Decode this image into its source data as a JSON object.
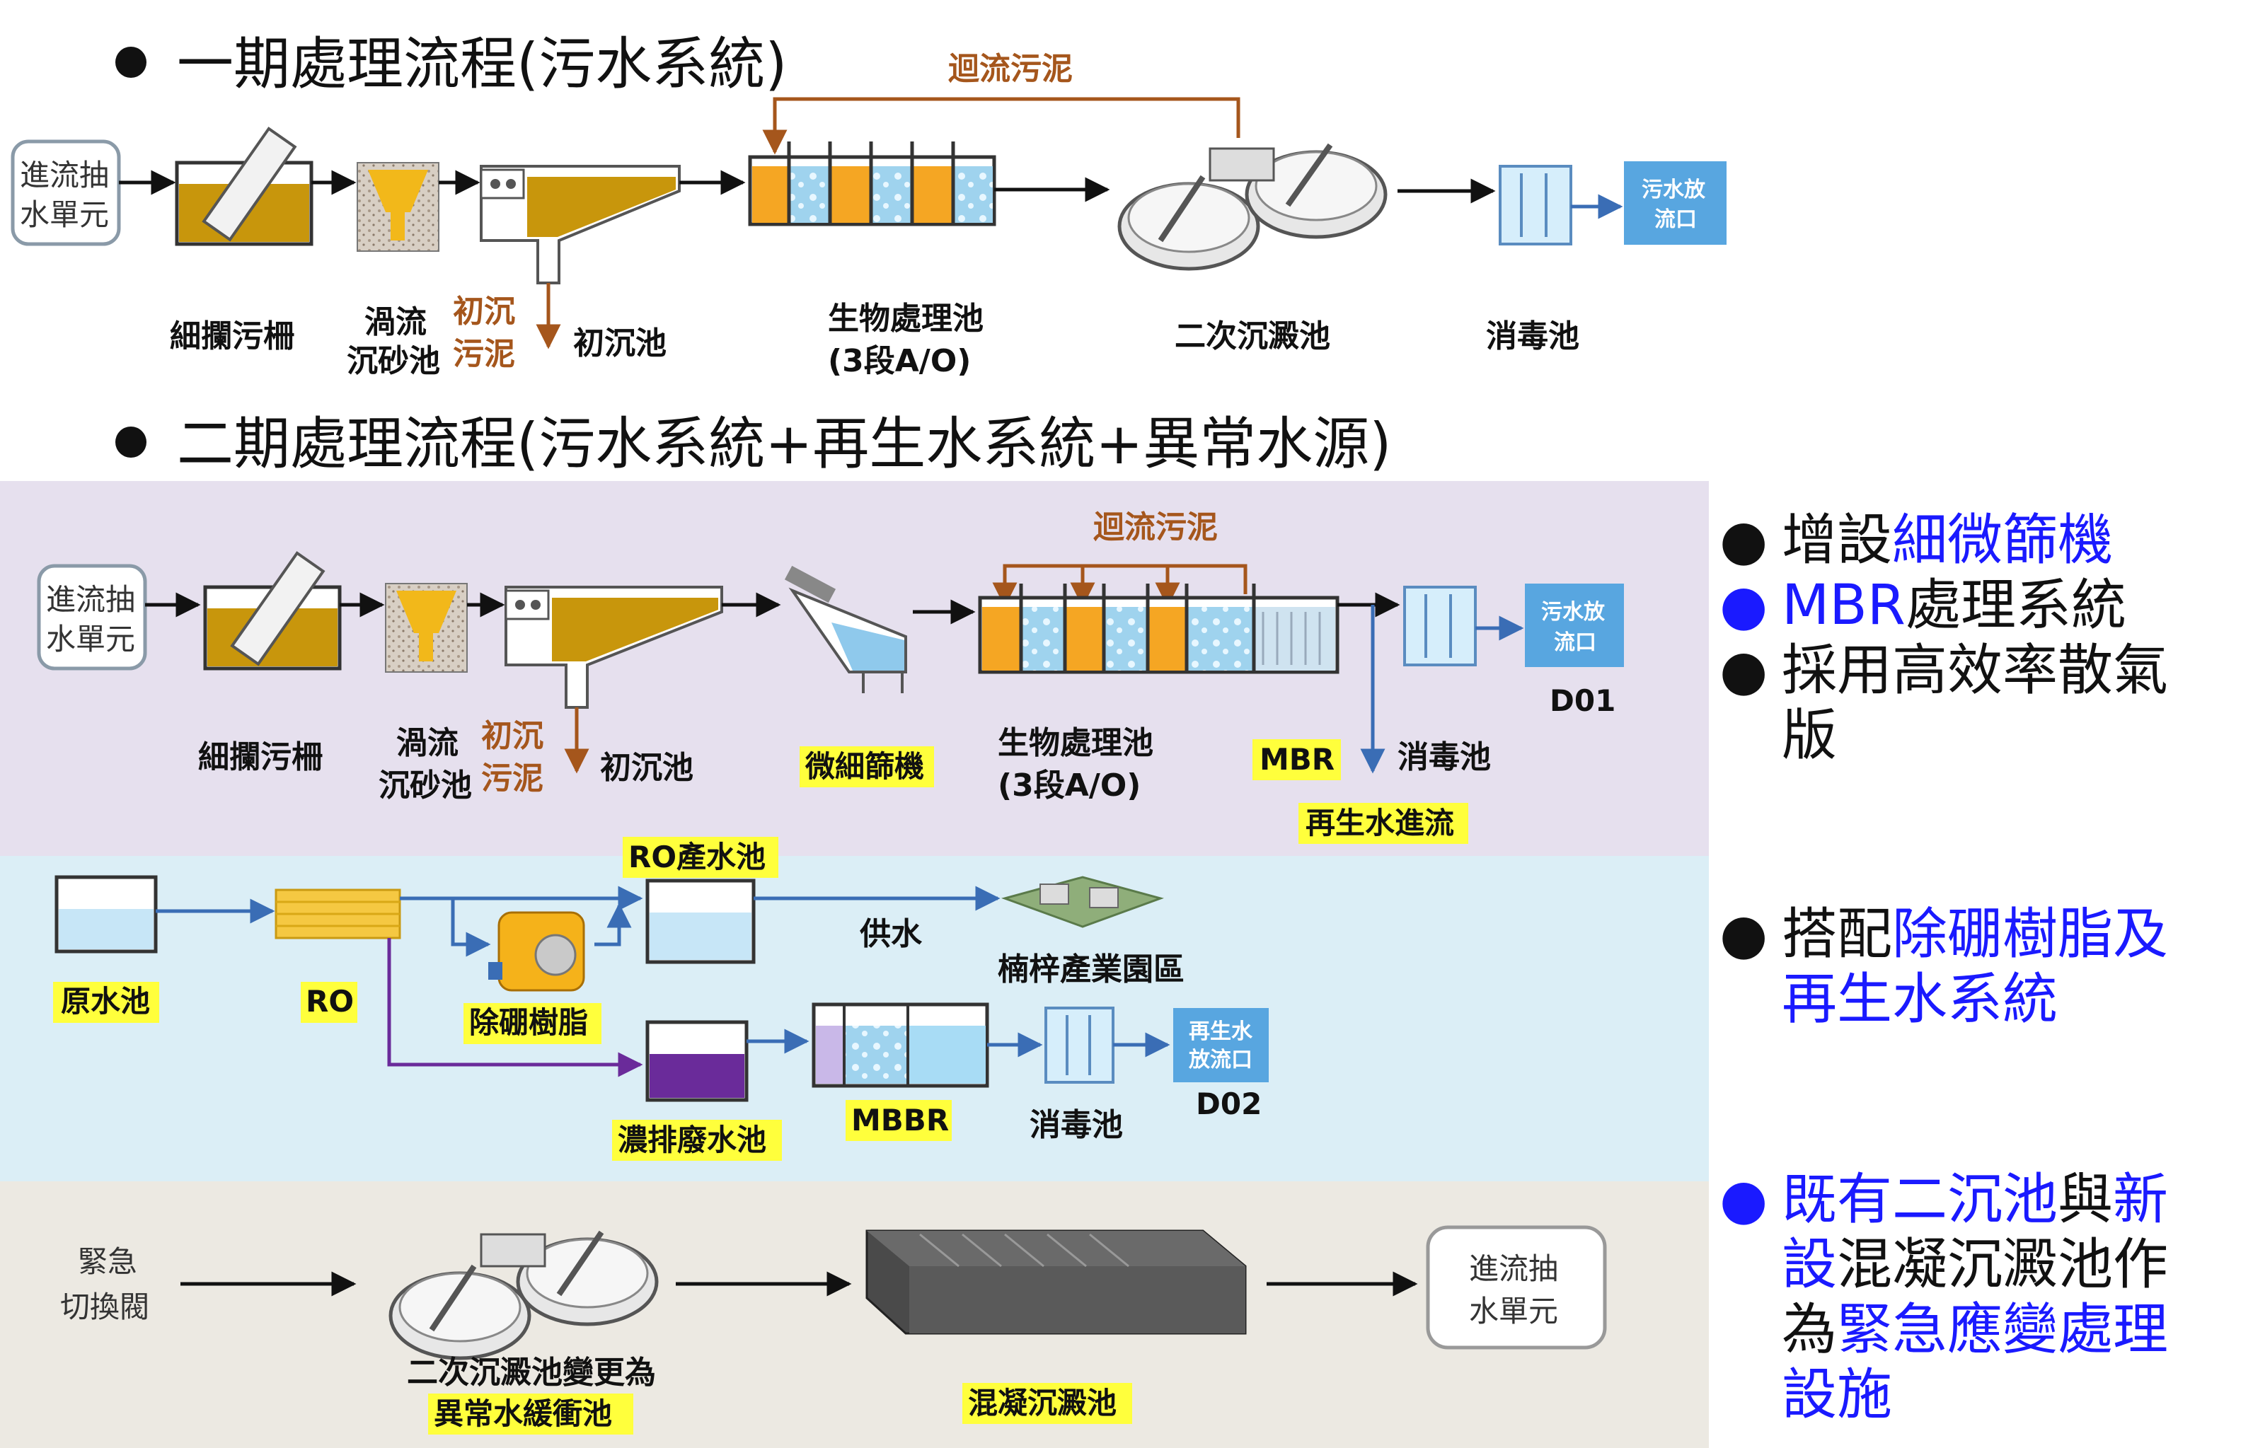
{
  "phase1": {
    "heading": "一期處理流程(污水系統)",
    "return_sludge": "迴流污泥",
    "inflow_line1": "進流抽",
    "inflow_line2": "水單元",
    "screen": "細攔污柵",
    "grit_line1": "渦流",
    "grit_line2": "沉砂池",
    "primary_sludge_line1": "初沉",
    "primary_sludge_line2": "污泥",
    "primary_tank": "初沉池",
    "bio_line1": "生物處理池",
    "bio_line2": "(3段A/O)",
    "secondary": "二次沉澱池",
    "disinfection": "消毒池",
    "outlet_line1": "污水放",
    "outlet_line2": "流口"
  },
  "phase2": {
    "heading": "二期處理流程(污水系統+再生水系統+異常水源)",
    "sewage": {
      "return_sludge": "迴流污泥",
      "inflow_line1": "進流抽",
      "inflow_line2": "水單元",
      "screen": "細攔污柵",
      "grit_line1": "渦流",
      "grit_line2": "沉砂池",
      "primary_sludge_line1": "初沉",
      "primary_sludge_line2": "污泥",
      "primary_tank": "初沉池",
      "micro_screen": "微細篩機",
      "bio_line1": "生物處理池",
      "bio_line2": "(3段A/O)",
      "mbr": "MBR",
      "disinfection": "消毒池",
      "outlet_line1": "污水放",
      "outlet_line2": "流口",
      "outlet_code": "D01",
      "reclaimed_inflow": "再生水進流"
    },
    "reclaimed": {
      "raw_tank": "原水池",
      "ro": "RO",
      "ro_product_tank": "RO產水池",
      "boron_resin": "除硼樹脂",
      "supply": "供水",
      "park": "楠梓產業園區",
      "brine_tank": "濃排廢水池",
      "mbbr": "MBBR",
      "disinfection": "消毒池",
      "outlet_line1": "再生水",
      "outlet_line2": "放流口",
      "outlet_code": "D02"
    },
    "abnormal": {
      "valve_line1": "緊急",
      "valve_line2": "切換閥",
      "secondary_line1": "二次沉澱池變更為",
      "secondary_line2": "異常水緩衝池",
      "coag_tank": "混凝沉澱池",
      "inflow_line1": "進流抽",
      "inflow_line2": "水單元"
    }
  },
  "bullets": [
    {
      "plain": "增設",
      "blue": "細微篩機",
      "color": "black"
    },
    {
      "plain": "",
      "blue": "MBR",
      "rest": "處理系統",
      "color": "blue"
    },
    {
      "line1": "採用高效率散氣",
      "line2": "版",
      "color": "black"
    },
    {
      "plain": "搭配",
      "blue": "除硼樹脂及",
      "line2": "再生水系統",
      "color": "black"
    },
    {
      "b1": "既有二沉池",
      "p1": "與",
      "b2": "新",
      "b3": "設",
      "p2": "混凝沉澱池作",
      "p3": "為",
      "b4": "緊急應變處理",
      "b5": "設施",
      "color": "blue"
    }
  ],
  "colors": {
    "purple_band": "#e6e0ee",
    "blue_band": "#dbeef6",
    "gray_band": "#ece9e2",
    "sludge_brown": "#c8960c",
    "orange_label": "#a5561c",
    "flow_blue": "#3a6db5",
    "brine_purple": "#6a2b9a",
    "highlight_yellow": "#ffff3c",
    "text_blue": "#1a1aff"
  }
}
